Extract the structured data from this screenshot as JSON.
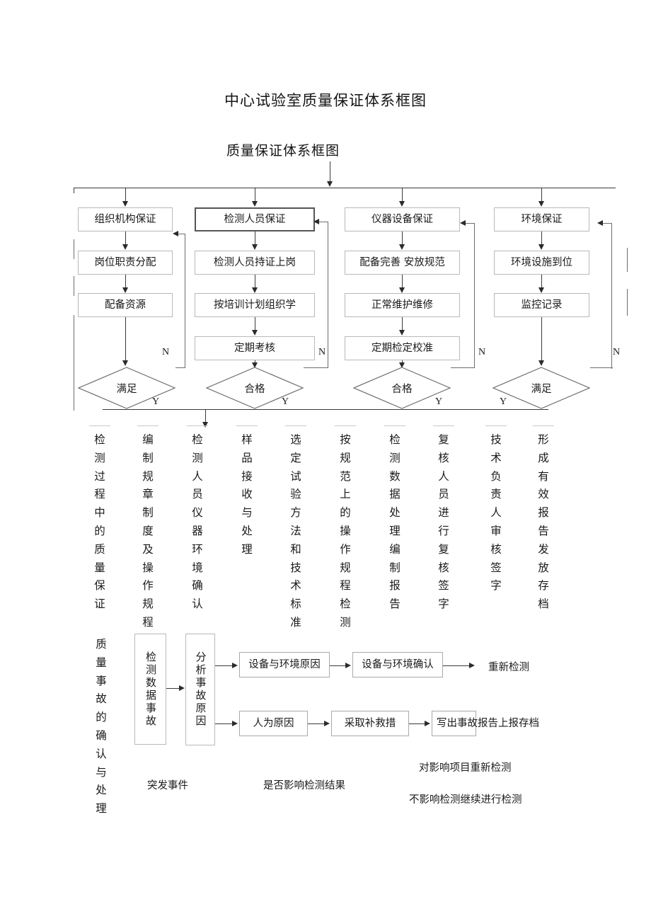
{
  "titles": {
    "main": "中心试验室质量保证体系框图",
    "sub": "质量保证体系框图"
  },
  "pillars": [
    {
      "header": "组织机构保证",
      "steps": [
        "岗位职责分配",
        "配备资源"
      ],
      "decision": "满足",
      "yes_label": "Y",
      "no_label": "N"
    },
    {
      "header": "检测人员保证",
      "steps": [
        "检测人员持证上岗",
        "按培训计划组织学",
        "定期考核"
      ],
      "decision": "合格",
      "yes_label": "Y",
      "no_label": "N"
    },
    {
      "header": "仪器设备保证",
      "steps": [
        "配备完善  安放规范",
        "正常维护维修",
        "定期检定校准"
      ],
      "decision": "合格",
      "yes_label": "Y",
      "no_label": "N"
    },
    {
      "header": "环境保证",
      "steps": [
        "环境设施到位",
        "监控记录"
      ],
      "decision": "满足",
      "yes_label": "Y",
      "no_label": "N"
    }
  ],
  "process_columns": [
    "检测过程中的质量保证",
    "编制规章制度及操作规程",
    "检测人员仪器环境确认",
    "样品接收与处理",
    "选定试验方法和技术标准",
    "按规范上的操作规程检测",
    "检测数据处理编制报告",
    "复核人员进行复核签字",
    "技术负责人审核签字",
    "形成有效报告发放存档"
  ],
  "incident": {
    "side_label": "质量事故的确认与处理",
    "node_data": "检测数据事故",
    "node_analyze": "分析事故原因",
    "branch_top": [
      "设备与环境原因",
      "设备与环境确认"
    ],
    "branch_top_end": "重新检测",
    "branch_bottom": [
      "人为原因",
      "采取补救措",
      "写出事故报告上报存档"
    ],
    "captions": {
      "event": "突发事件",
      "affect": "是否影响检测结果",
      "note_affect": "对影响项目重新检测",
      "note_not_affect": "不影响检测继续进行检测"
    }
  },
  "colors": {
    "line": "#3a3a3a",
    "box_border": "#b9b9b9",
    "box_border_strong": "#555555",
    "text": "#1a1a1a",
    "background": "#ffffff"
  }
}
